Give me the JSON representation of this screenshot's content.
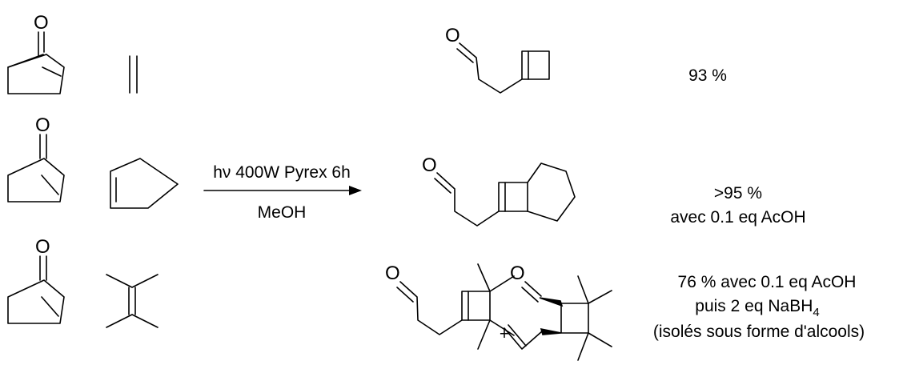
{
  "reaction": {
    "conditions_top": "hν 400W Pyrex 6h",
    "conditions_bottom": "MeOH",
    "atom_label": "O",
    "plus_sign": "+"
  },
  "rows": [
    {
      "yield_line1": "93 %"
    },
    {
      "yield_line1": ">95 %",
      "yield_line2": "avec 0.1 eq AcOH"
    },
    {
      "yield_line1": "76 % avec 0.1 eq AcOH",
      "yield_line2_pre": "puis 2 eq NaBH",
      "yield_line2_sub": "4",
      "yield_line3": "(isolés sous forme d'alcools)"
    }
  ]
}
